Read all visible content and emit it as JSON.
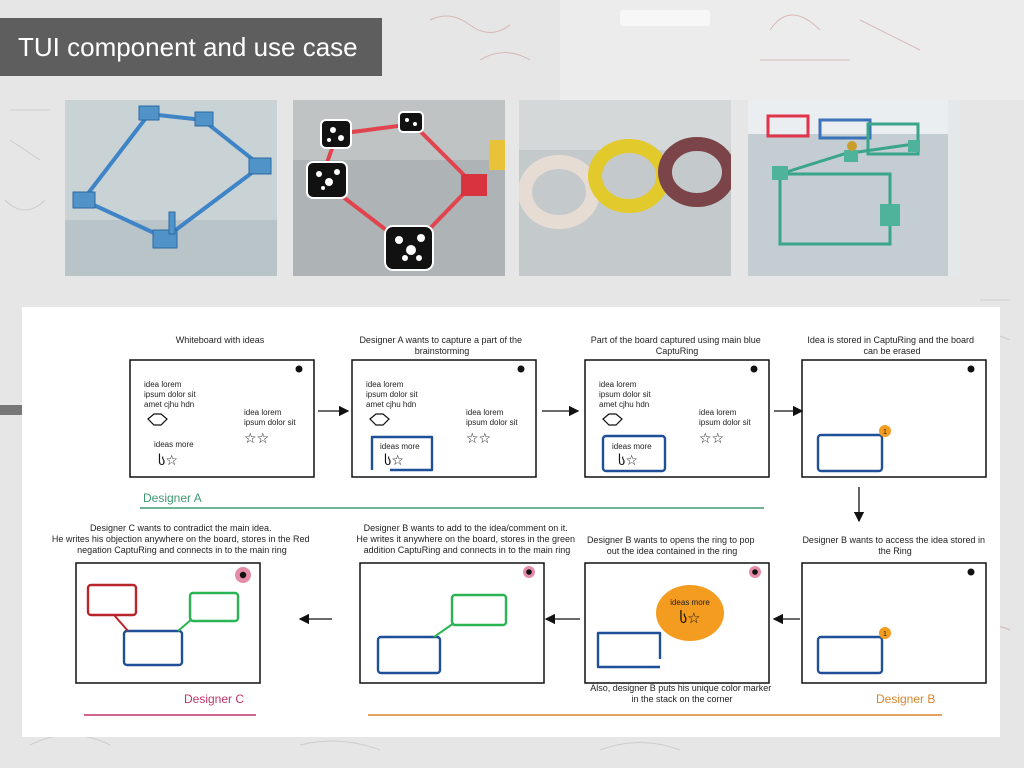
{
  "slide": {
    "title": "TUI component and use case"
  },
  "photos": [
    {
      "subject": "blue-captuRing-frame"
    },
    {
      "subject": "red-captuRing-with-markers"
    },
    {
      "subject": "three-rings-white-yellow-red"
    },
    {
      "subject": "connected-red-blue-green-rings"
    }
  ],
  "diagram": {
    "steps": [
      {
        "caption": [
          "Whiteboard with ideas"
        ]
      },
      {
        "caption": [
          "Designer A wants to capture a part of the",
          "brainstorming"
        ]
      },
      {
        "caption": [
          "Part of the board captured using main blue",
          "CaptuRing"
        ]
      },
      {
        "caption": [
          "Idea is stored in CaptuRing and the board",
          "can be erased"
        ]
      },
      {
        "caption": [
          "Designer B wants to access the idea stored in",
          "the Ring"
        ]
      },
      {
        "caption": [
          "Designer B wants to opens the ring to pop",
          "out the idea contained in the ring"
        ]
      },
      {
        "caption": [
          "Designer B wants to add to the idea/comment on it.",
          "He writes it anywhere on the board, stores in the green",
          "addition CaptuRing and connects in to the main ring"
        ]
      },
      {
        "caption": [
          "Designer C wants to contradict the main idea.",
          "He writes his objection anywhere on the board, stores in the Red",
          "negation CaptuRing and connects in to the main ring"
        ]
      }
    ],
    "notes": {
      "lorem1": [
        "idea lorem",
        "ipsum dolor sit",
        "amet cjhu hdn"
      ],
      "lorem1b": [
        "idea lorem",
        "ipsum dolor sit",
        "amet cjhu hdn"
      ],
      "lorem2": [
        "idea lorem",
        "ipsum dolor sit"
      ],
      "ideas_more": "ideas more",
      "glyph": "ს☆",
      "stars": "☆☆",
      "badge": "1"
    },
    "marker_note": [
      "Also, designer B puts his unique color marker",
      "in the stack on the corner"
    ],
    "designers": {
      "a": "Designer A",
      "b": "Designer B",
      "c": "Designer C"
    },
    "colors": {
      "designer_a": "#3f9a72",
      "designer_b": "#d9862a",
      "designer_c": "#c0336a",
      "main_ring": "#1f4f97",
      "addition_ring": "#2bb454",
      "negation_ring": "#b8262a",
      "badge": "#f39c20"
    }
  }
}
